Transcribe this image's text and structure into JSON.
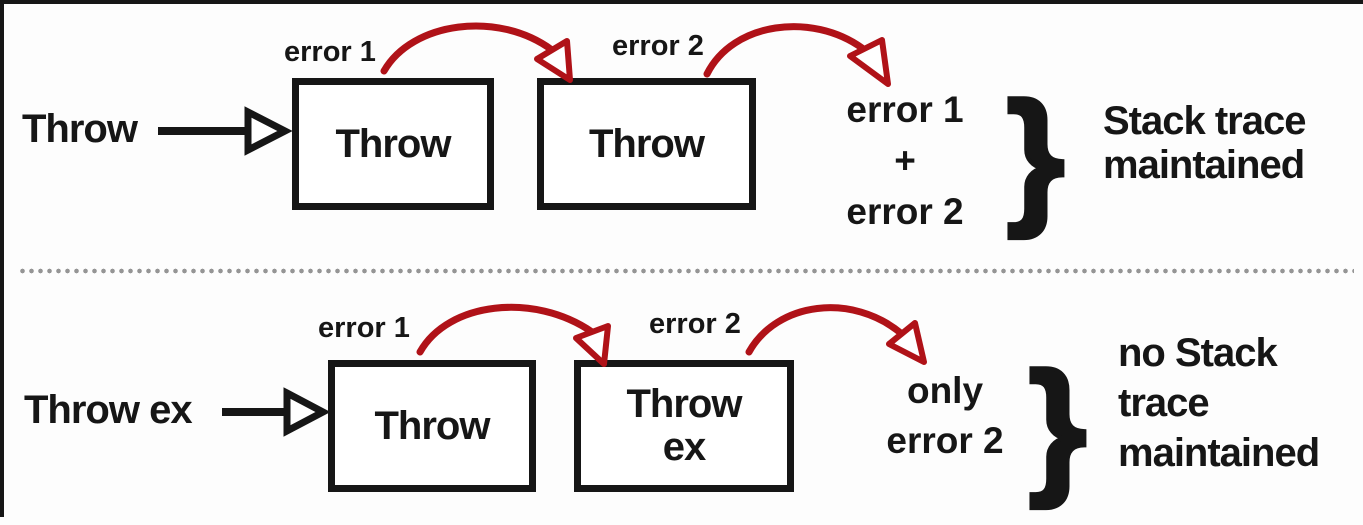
{
  "colors": {
    "ink": "#161616",
    "red": "#b01218",
    "divider": "#959595",
    "bg": "#fdfdfd"
  },
  "top_flow": {
    "source_label": "Throw",
    "error1_label": "error 1",
    "error2_label": "error 2",
    "box1_label": "Throw",
    "box2_label": "Throw",
    "result_lines": [
      "error 1",
      "+",
      "error 2"
    ],
    "brace_glyph": "}",
    "note_lines": [
      "Stack trace",
      "maintained"
    ]
  },
  "bottom_flow": {
    "source_label": "Throw ex",
    "error1_label": "error 1",
    "error2_label": "error 2",
    "box1_label": "Throw",
    "box2_lines": [
      "Throw",
      "ex"
    ],
    "result_lines": [
      "only",
      "error 2"
    ],
    "brace_glyph": "}",
    "note_lines": [
      "no Stack",
      "trace",
      "maintained"
    ]
  }
}
